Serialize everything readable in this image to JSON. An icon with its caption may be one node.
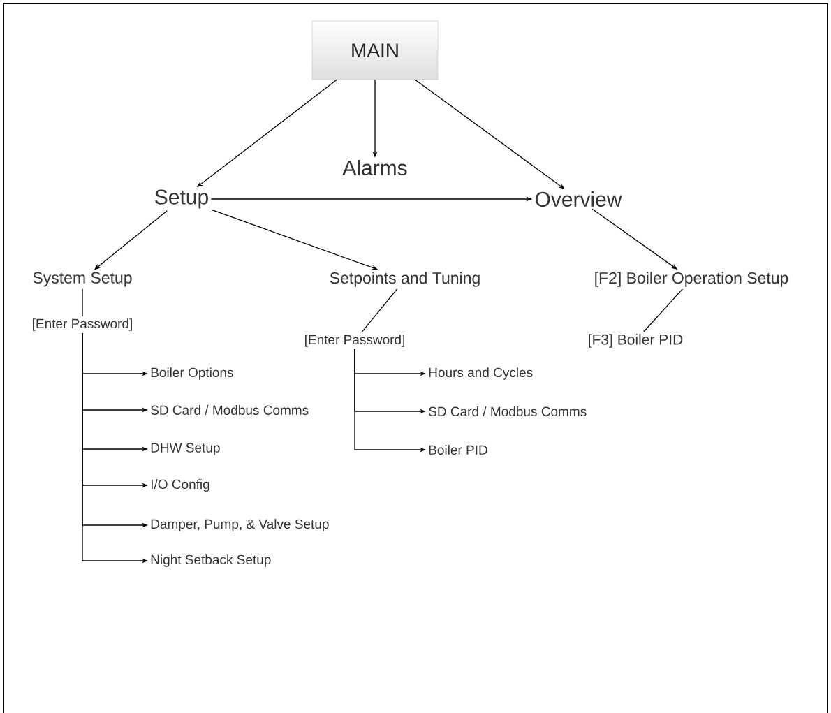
{
  "diagram": {
    "nodes": [
      {
        "text": [
          "MAIN"
        ]
      },
      {
        "text": [
          "Alarms"
        ]
      },
      {
        "text": [
          "Setup"
        ]
      },
      {
        "text": [
          "Overview"
        ]
      },
      {
        "text": [
          "System Setup"
        ]
      },
      {
        "text": [
          "Setpoints and Tuning"
        ]
      },
      {
        "text": [
          "[F2] Boiler Operation Setup"
        ]
      },
      {
        "text": [
          "[Enter Password]"
        ]
      },
      {
        "text": [
          "[Enter Password]"
        ]
      },
      {
        "text": [
          "[F3] Boiler PID"
        ]
      },
      {
        "text": [
          "Boiler Options"
        ]
      },
      {
        "text": [
          "SD Card / Modbus Comms"
        ]
      },
      {
        "text": [
          "DHW Setup"
        ]
      },
      {
        "text": [
          "I/O Config"
        ]
      },
      {
        "text": [
          "Damper, Pump, & Valve Setup"
        ]
      },
      {
        "text": [
          "Night Setback Setup"
        ]
      },
      {
        "text": [
          "Hours and Cycles"
        ]
      },
      {
        "text": [
          "SD Card / Modbus Comms"
        ]
      },
      {
        "text": [
          "Boiler PID"
        ]
      }
    ],
    "edges": [
      {
        "from": 0,
        "to": 2,
        "arrow": "to"
      },
      {
        "from": 0,
        "to": 1,
        "arrow": "to"
      },
      {
        "from": 0,
        "to": 3,
        "arrow": "to"
      },
      {
        "from": 2,
        "to": 3,
        "arrow": "to"
      },
      {
        "from": 2,
        "to": 4,
        "arrow": "to"
      },
      {
        "from": 2,
        "to": 5,
        "arrow": "to"
      },
      {
        "from": 3,
        "to": 6,
        "arrow": "to"
      },
      {
        "from": 4,
        "to": 7,
        "arrow": "none"
      },
      {
        "from": 5,
        "to": 8,
        "arrow": "none"
      },
      {
        "from": 6,
        "to": 9,
        "arrow": "none"
      },
      {
        "from": 7,
        "to": 10,
        "arrow": "to"
      },
      {
        "from": 7,
        "to": 11,
        "arrow": "to"
      },
      {
        "from": 7,
        "to": 12,
        "arrow": "to"
      },
      {
        "from": 7,
        "to": 13,
        "arrow": "to"
      },
      {
        "from": 7,
        "to": 14,
        "arrow": "to"
      },
      {
        "from": 7,
        "to": 15,
        "arrow": "to"
      },
      {
        "from": 8,
        "to": 16,
        "arrow": "to"
      },
      {
        "from": 8,
        "to": 17,
        "arrow": "to"
      },
      {
        "from": 8,
        "to": 18,
        "arrow": "to"
      }
    ]
  }
}
